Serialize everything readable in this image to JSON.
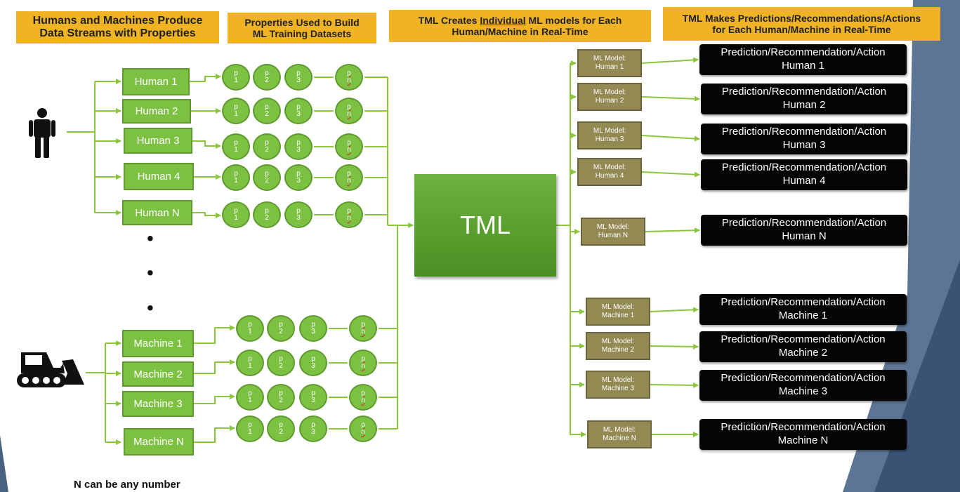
{
  "headers": [
    {
      "lines": [
        "Humans and Machines Produce",
        "Data Streams with Properties"
      ]
    },
    {
      "lines": [
        "Properties Used to Build",
        "ML Training Datasets"
      ]
    },
    {
      "pre": "TML Creates ",
      "underlined": "Individual",
      "post": " ML models for Each",
      "line2": "Human/Machine in Real-Time"
    },
    {
      "lines": [
        "TML Makes Predictions/Recommendations/Actions",
        "for Each Human/Machine in Real-Time"
      ]
    }
  ],
  "props": {
    "p1": [
      "p",
      "1"
    ],
    "p2": [
      "p",
      "2"
    ],
    "p3": [
      "p",
      "3"
    ],
    "pn": [
      "p",
      "n"
    ]
  },
  "humans": [
    "Human 1",
    "Human 2",
    "Human 3",
    "Human 4",
    "Human N"
  ],
  "machines": [
    "Machine 1",
    "Machine 2",
    "Machine 3",
    "Machine N"
  ],
  "tml_label": "TML",
  "ellipsis": [
    "•",
    "•",
    "•"
  ],
  "models": [
    {
      "l1": "ML Model:",
      "l2": "Human 1"
    },
    {
      "l1": "ML Model:",
      "l2": "Human 2"
    },
    {
      "l1": "ML Model:",
      "l2": "Human 3"
    },
    {
      "l1": "ML Model:",
      "l2": "Human 4"
    },
    {
      "l1": "ML Model:",
      "l2": "Human N"
    },
    {
      "l1": "ML Model:",
      "l2": "Machine 1"
    },
    {
      "l1": "ML Model:",
      "l2": "Machine 2"
    },
    {
      "l1": "ML Model:",
      "l2": "Machine 3"
    },
    {
      "l1": "ML Model:",
      "l2": "Machine N"
    }
  ],
  "predictions": [
    {
      "l1": "Prediction/Recommendation/Action",
      "l2": "Human 1"
    },
    {
      "l1": "Prediction/Recommendation/Action",
      "l2": "Human 2"
    },
    {
      "l1": "Prediction/Recommendation/Action",
      "l2": "Human 3"
    },
    {
      "l1": "Prediction/Recommendation/Action",
      "l2": "Human 4"
    },
    {
      "l1": "Prediction/Recommendation/Action",
      "l2": "Human N"
    },
    {
      "l1": "Prediction/Recommendation/Action",
      "l2": "Machine 1"
    },
    {
      "l1": "Prediction/Recommendation/Action",
      "l2": "Machine 2"
    },
    {
      "l1": "Prediction/Recommendation/Action",
      "l2": "Machine 3"
    },
    {
      "l1": "Prediction/Recommendation/Action",
      "l2": "Machine  N"
    }
  ],
  "footnote": "N can be any number",
  "icons": {
    "person": "person-icon",
    "machine": "bulldozer-icon"
  },
  "colors": {
    "header": "#f0b323",
    "green": "#7cc142",
    "model": "#938953",
    "prediction": "#050505",
    "line": "#8cc63f",
    "accent": "#4a6282"
  }
}
